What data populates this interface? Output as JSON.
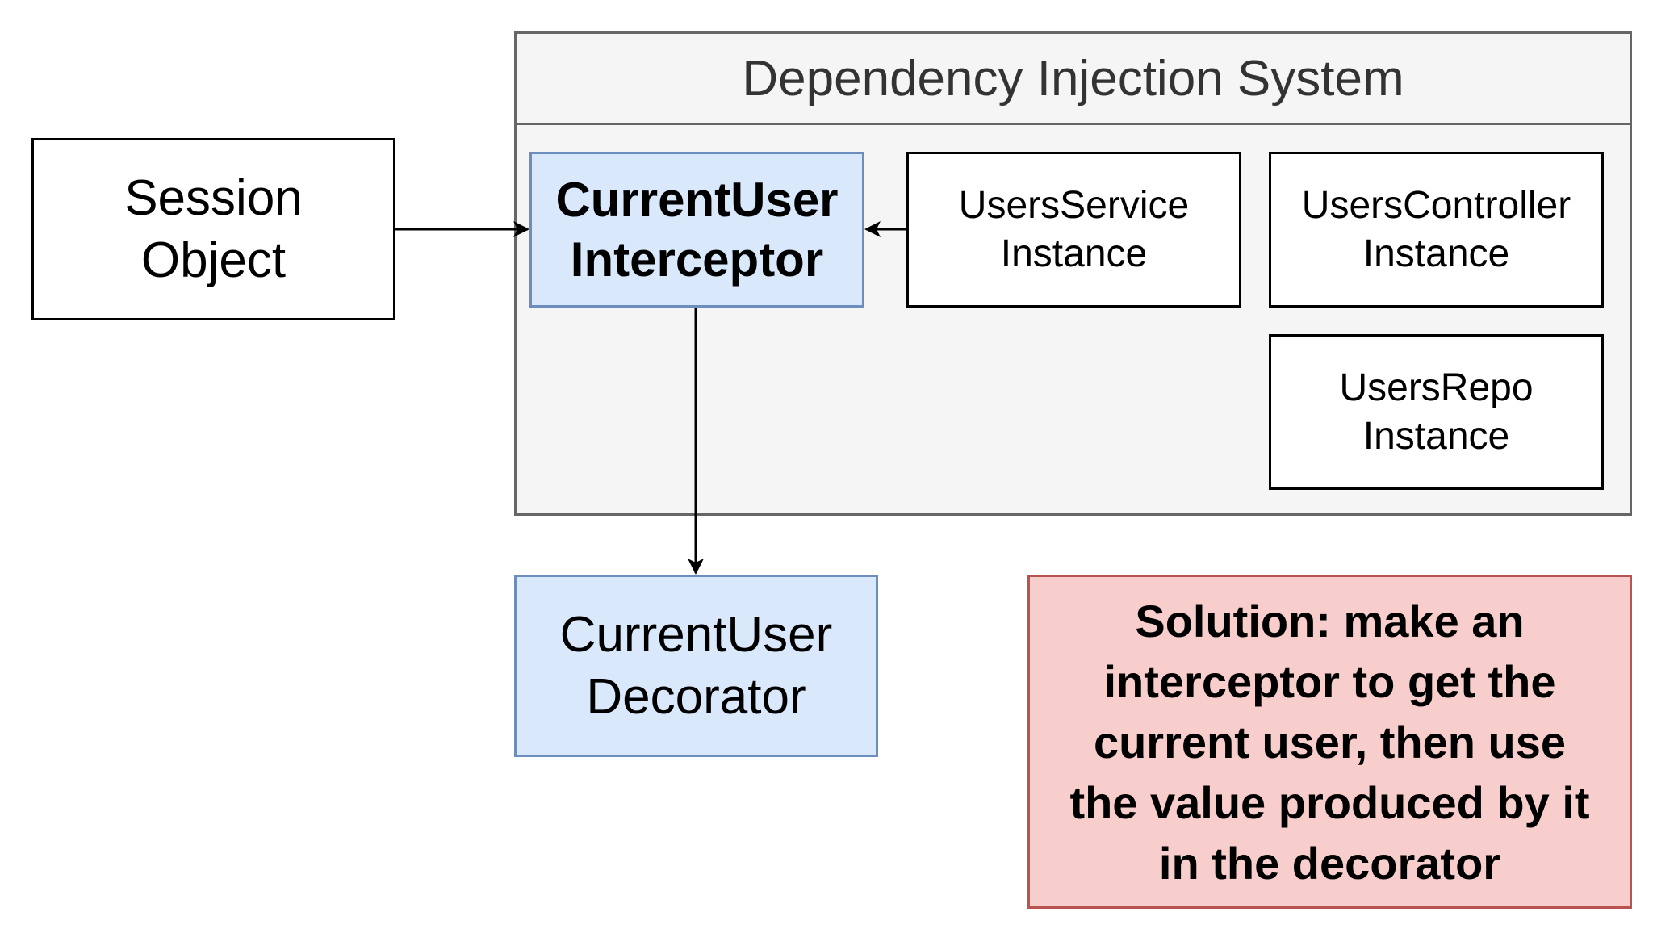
{
  "container": {
    "title": "Dependency Injection System"
  },
  "nodes": {
    "session": "Session\nObject",
    "interceptor": "CurrentUser\nInterceptor",
    "service": "UsersService\nInstance",
    "controller": "UsersController\nInstance",
    "repo": "UsersRepo\nInstance",
    "decorator": "CurrentUser\nDecorator",
    "solution": "Solution: make an\ninterceptor to get the\ncurrent user, then use\nthe value produced by it\nin the decorator"
  },
  "colors": {
    "blue_fill": "#dae8fc",
    "blue_stroke": "#6c8ebf",
    "red_fill": "#f8cecc",
    "red_stroke": "#b85450",
    "container_fill": "#f5f5f5",
    "container_stroke": "#666666"
  },
  "edges": [
    {
      "from": "session",
      "to": "interceptor"
    },
    {
      "from": "service",
      "to": "interceptor"
    },
    {
      "from": "interceptor",
      "to": "decorator"
    }
  ]
}
